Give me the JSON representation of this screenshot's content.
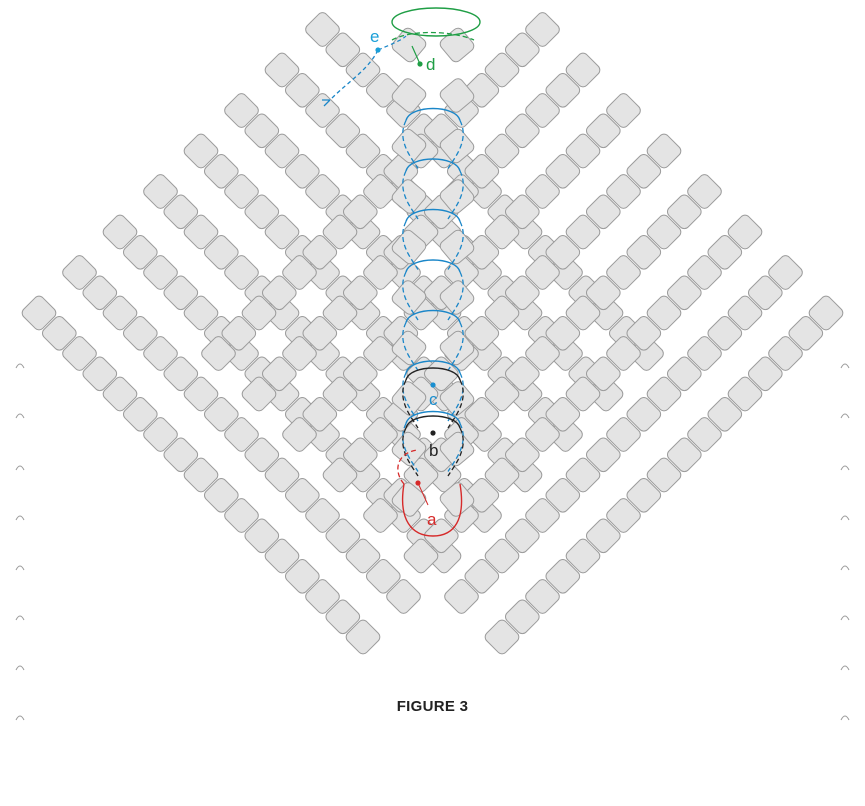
{
  "figure": {
    "caption": "FIGURE 3",
    "thread_points": [
      {
        "id": "a",
        "label": "a",
        "color": "#d62a2a"
      },
      {
        "id": "b",
        "label": "b",
        "color": "#222222"
      },
      {
        "id": "c",
        "label": "c",
        "color": "#1a8fd0"
      },
      {
        "id": "d",
        "label": "d",
        "color": "#1f9e45"
      },
      {
        "id": "e",
        "label": "e",
        "color": "#1a9fd8"
      }
    ],
    "colors": {
      "bead_fill": "#e4e4e4",
      "bead_stroke": "#9c9c9c",
      "thread_blue": "#1a86c8",
      "thread_red": "#d62a2a",
      "thread_black": "#222222",
      "thread_green": "#1f9e45"
    }
  }
}
